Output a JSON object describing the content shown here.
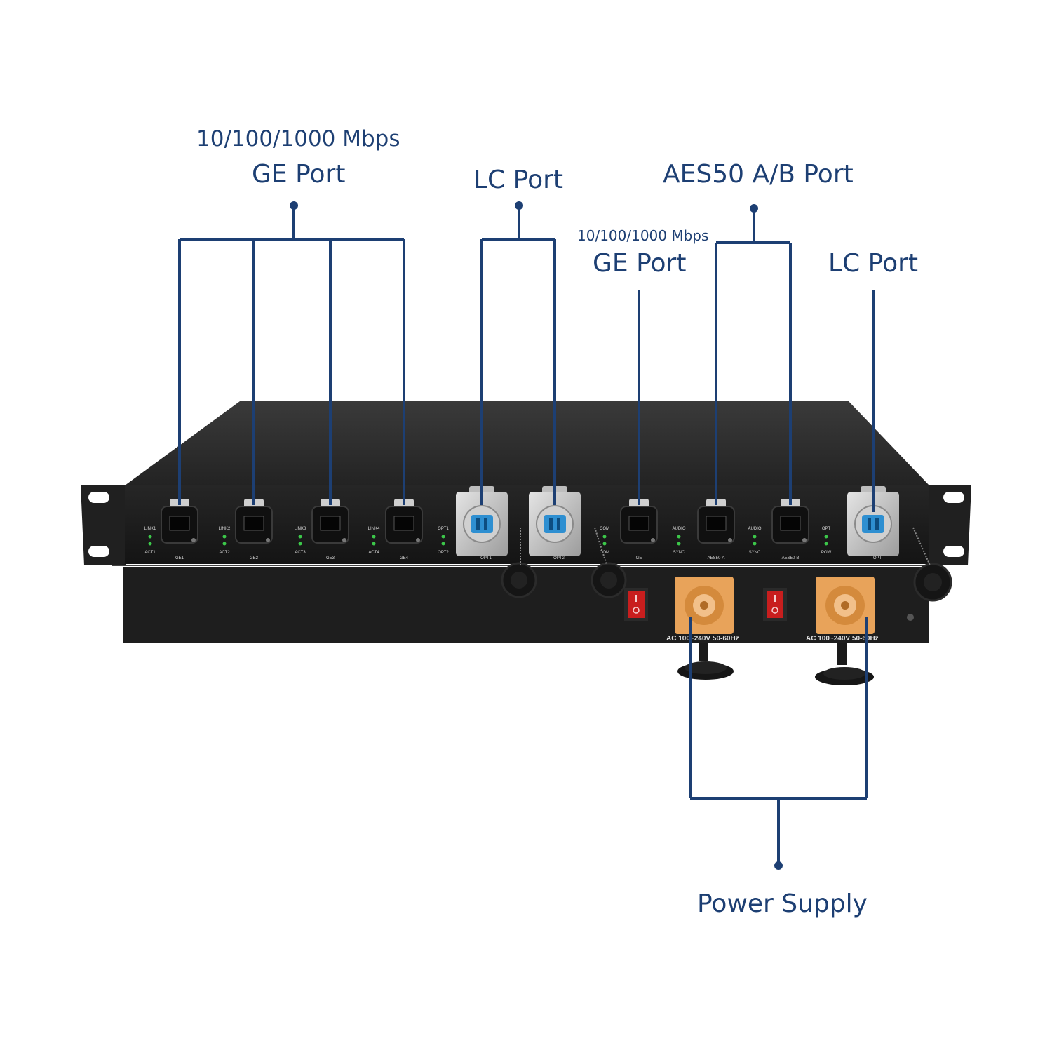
{
  "labels": {
    "ge_group_speed": "10/100/1000 Mbps",
    "ge_group_title": "GE Port",
    "lc_group_title": "LC Port",
    "aes_title": "AES50 A/B Port",
    "ge_single_speed": "10/100/1000 Mbps",
    "ge_single_title": "GE Port",
    "lc_single_title": "LC Port",
    "power_title": "Power Supply"
  },
  "panel": {
    "port_labels": [
      "GE1",
      "GE2",
      "GE3",
      "GE4",
      "OPT1",
      "OPT2",
      "GE",
      "AES50-A",
      "AES50-B",
      "OPT"
    ],
    "led_groups": [
      [
        "LINK1",
        "ACT1"
      ],
      [
        "LINK2",
        "ACT2"
      ],
      [
        "LINK3",
        "ACT3"
      ],
      [
        "LINK4",
        "ACT4"
      ],
      [
        "OPT1",
        "OPT2"
      ],
      [
        "COM",
        "COM"
      ],
      [
        "AUDIO",
        "SYNC"
      ],
      [
        "AUDIO",
        "SYNC"
      ],
      [
        "OPT",
        "POW"
      ]
    ],
    "power_rating_a": "AC 100~240V 50-60Hz",
    "power_rating_b": "AC 100~240V 50-60Hz"
  },
  "colors": {
    "label_blue": "#1d3f73",
    "line_blue": "#1d3f73",
    "chassis": "#1c1c1c",
    "power_connector": "#e8a35a",
    "fiber_blue": "#2e8fd1",
    "switch_red": "#c81e1e",
    "led_green": "#3cc84a"
  },
  "icons": {
    "rj45": "ethercon-rj45-icon",
    "lc": "lc-fiber-icon",
    "power_in": "powercon-icon",
    "switch": "rocker-switch-icon",
    "dust_cap": "dust-cap-icon"
  }
}
